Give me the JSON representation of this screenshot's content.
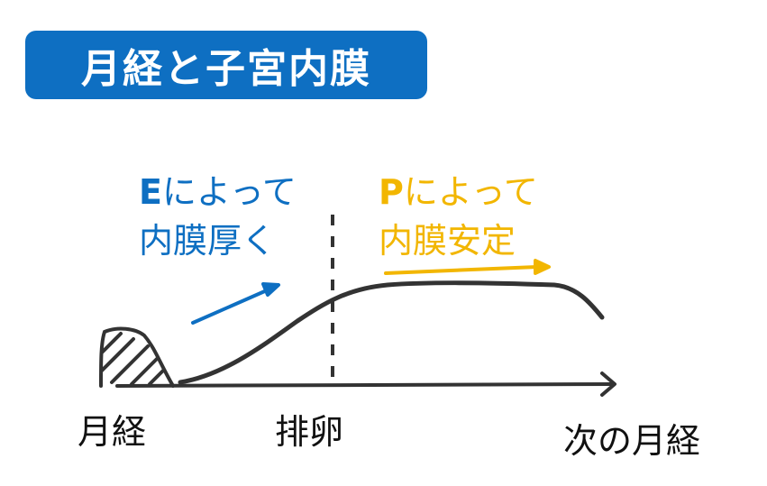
{
  "title": "月経と子宮内膜",
  "notes": {
    "estrogen": {
      "letter": "E",
      "line1_suffix": "によって",
      "line2": "内膜厚く"
    },
    "progesterone": {
      "letter": "P",
      "line1_suffix": "によって",
      "line2": "内膜安定"
    }
  },
  "timeline": {
    "menses": "月経",
    "ovulation": "排卵",
    "next_menses": "次の月経"
  },
  "colors": {
    "title_bg": "#0e6fc2",
    "estrogen": "#0e6fc2",
    "progesterone": "#f2b600",
    "ink": "#333333"
  }
}
